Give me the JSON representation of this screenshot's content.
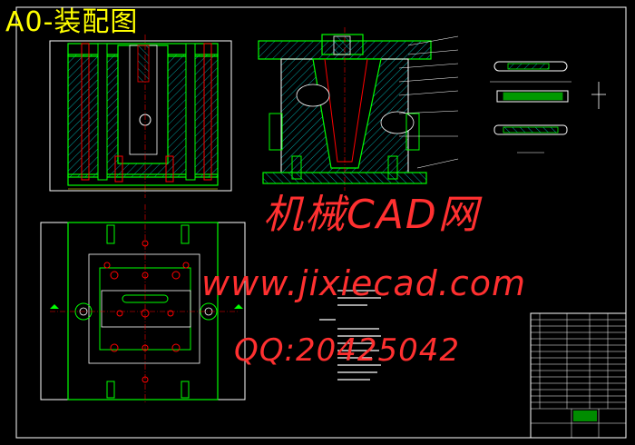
{
  "title": "A0-装配图",
  "watermarks": {
    "site_name": "机械CAD网",
    "url": "www.jixiecad.com",
    "qq": "QQ:20425042"
  },
  "colors": {
    "background": "#000000",
    "outline": "#ffffff",
    "part": "#00ff00",
    "hatch": "#00ffff",
    "highlight": "#ff0000",
    "dimension": "#ffff00"
  }
}
